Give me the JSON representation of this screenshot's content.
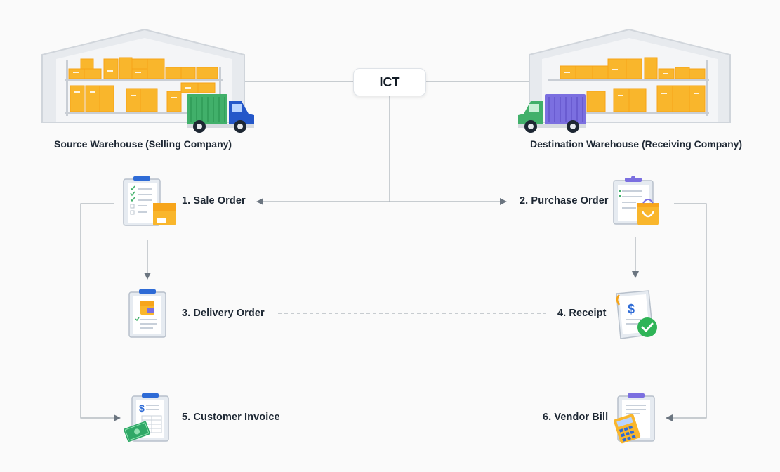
{
  "hub": {
    "label": "ICT"
  },
  "warehouses": {
    "source": "Source Warehouse (Selling Company)",
    "destination": "Destination Warehouse (Receiving Company)"
  },
  "steps": {
    "sale_order": "1. Sale Order",
    "purchase_order": "2. Purchase Order",
    "delivery_order": "3. Delivery Order",
    "receipt": "4. Receipt",
    "customer_invoice": "5. Customer Invoice",
    "vendor_bill": "6. Vendor Bill"
  },
  "colors": {
    "connector": "#a9b0b8",
    "arrowhead": "#6b7580",
    "box_orange": "#f9b62c",
    "truck_green": "#41b06a",
    "truck_blue": "#2457c9",
    "truck_purple": "#7b6fe0",
    "check_green": "#2fb457"
  },
  "icons": [
    "warehouse-icon",
    "truck-icon",
    "clipboard-icon",
    "receipt-icon",
    "invoice-icon",
    "calculator-icon"
  ]
}
